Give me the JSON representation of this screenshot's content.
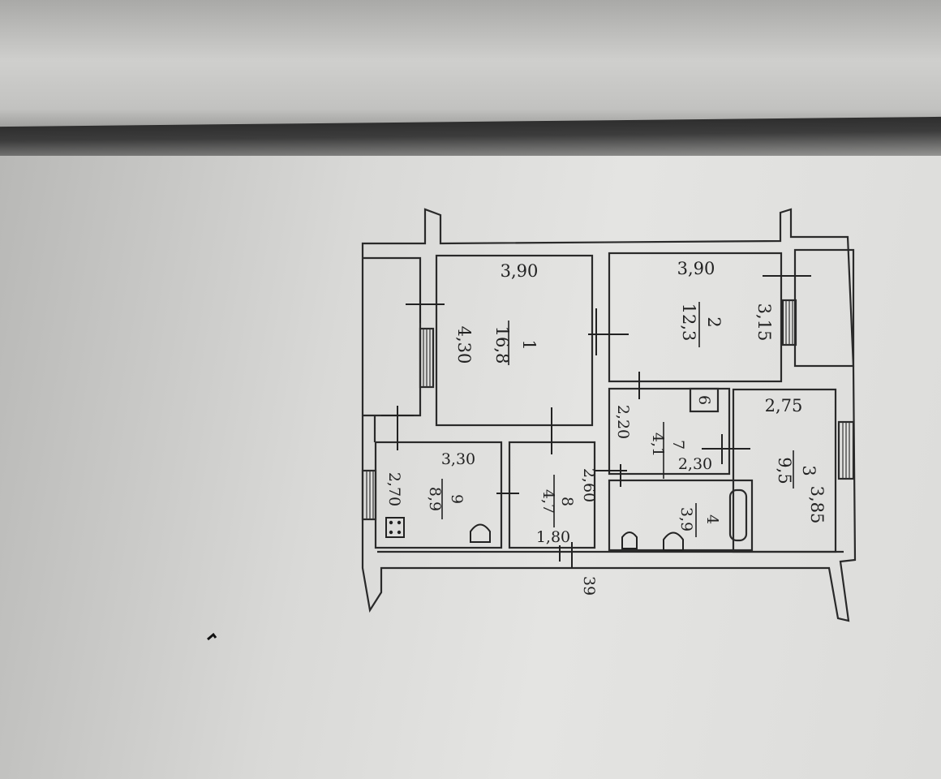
{
  "rooms": [
    {
      "number": "1",
      "area": "16,8",
      "width": "3,90",
      "length": "4,30"
    },
    {
      "number": "2",
      "area": "12,3",
      "width": "3,90",
      "length": "3,15"
    },
    {
      "number": "3",
      "area": "9,5",
      "width": "2,75",
      "length": "3,85"
    },
    {
      "number": "4",
      "area": "3,9"
    },
    {
      "number": "6"
    },
    {
      "number": "7",
      "area": "4,1",
      "width": "2,30",
      "length": "2,20"
    },
    {
      "number": "8",
      "area": "4,7",
      "width": "1,80",
      "length": "2,60"
    },
    {
      "number": "9",
      "area": "8,9",
      "width": "3,30",
      "length": "2,70"
    }
  ],
  "extra_label": "39"
}
